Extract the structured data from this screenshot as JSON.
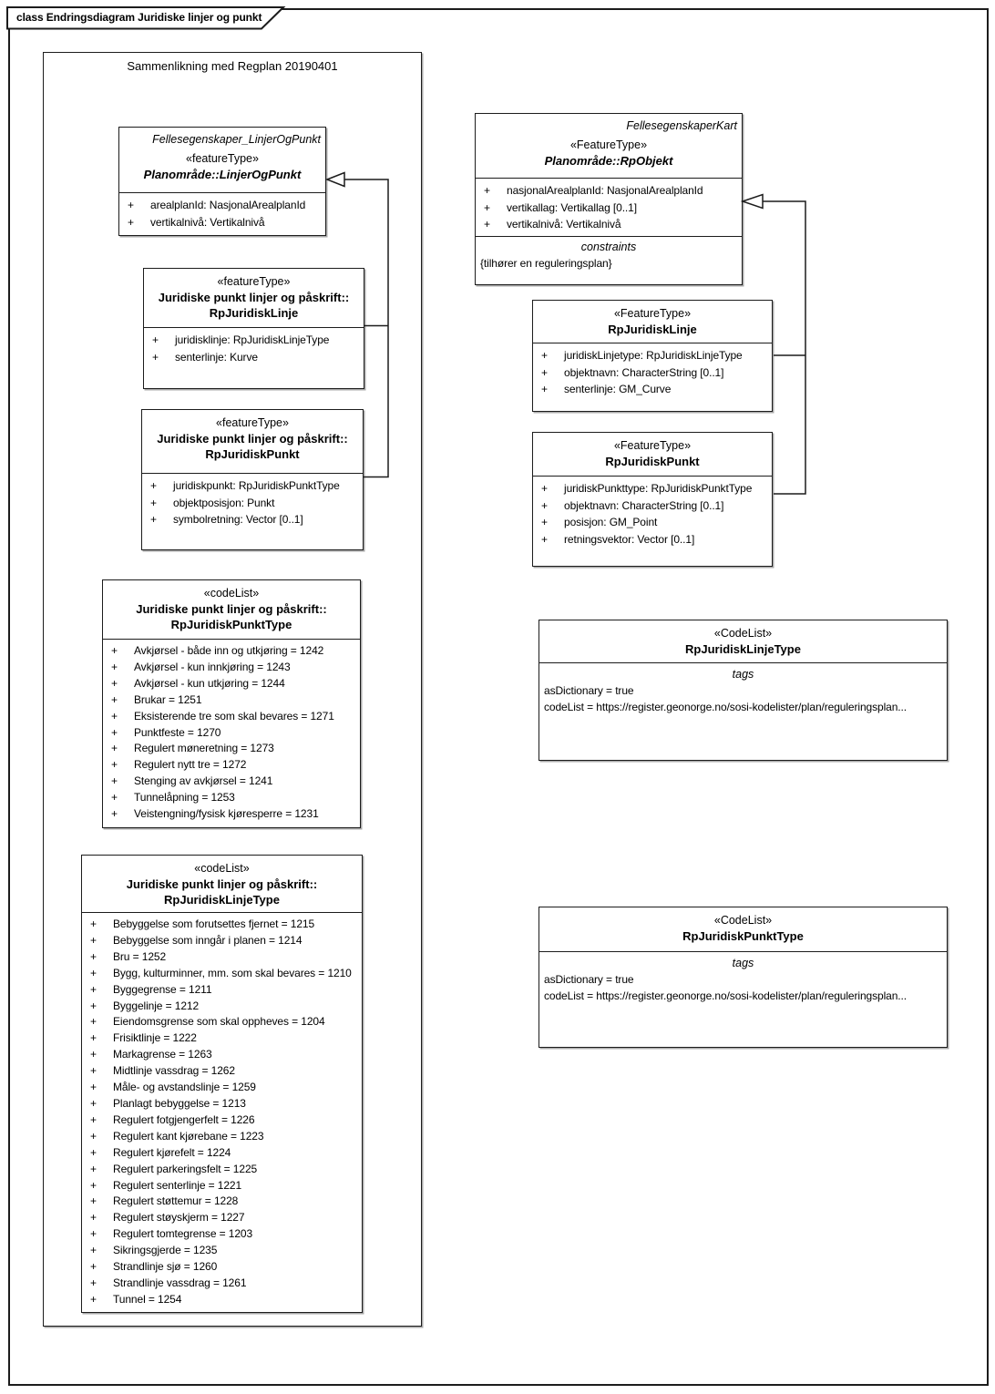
{
  "frame": {
    "label": "class Endringsdiagram Juridiske linjer og punkt"
  },
  "left_frame": {
    "title": "Sammenlikning med Regplan 20190401"
  },
  "boxes": {
    "linjer_og_punkt": {
      "package": "Fellesegenskaper_LinjerOgPunkt",
      "stereotype": "«featureType»",
      "name": "Planområde::LinjerOgPunkt",
      "attrs": [
        {
          "vis": "+",
          "text": "arealplanId: NasjonalArealplanId"
        },
        {
          "vis": "+",
          "text": "vertikalnivå: Vertikalnivå"
        }
      ]
    },
    "rp_juridisk_linje_left": {
      "stereotype": "«featureType»",
      "name1": "Juridiske punkt linjer og påskrift::",
      "name2": "RpJuridiskLinje",
      "attrs": [
        {
          "vis": "+",
          "text": "juridisklinje: RpJuridiskLinjeType"
        },
        {
          "vis": "+",
          "text": "senterlinje: Kurve"
        }
      ]
    },
    "rp_juridisk_punkt_left": {
      "stereotype": "«featureType»",
      "name1": "Juridiske punkt linjer og påskrift::",
      "name2": "RpJuridiskPunkt",
      "attrs": [
        {
          "vis": "+",
          "text": "juridiskpunkt: RpJuridiskPunktType"
        },
        {
          "vis": "+",
          "text": "objektposisjon: Punkt"
        },
        {
          "vis": "+",
          "text": "symbolretning: Vector [0..1]"
        }
      ]
    },
    "rp_juridisk_punkttype_left": {
      "stereotype": "«codeList»",
      "name1": "Juridiske punkt linjer og påskrift::",
      "name2": "RpJuridiskPunktType",
      "items": [
        {
          "vis": "+",
          "text": "Avkjørsel - både inn og utkjøring = 1242"
        },
        {
          "vis": "+",
          "text": "Avkjørsel - kun innkjøring = 1243"
        },
        {
          "vis": "+",
          "text": "Avkjørsel - kun utkjøring = 1244"
        },
        {
          "vis": "+",
          "text": "Brukar = 1251"
        },
        {
          "vis": "+",
          "text": "Eksisterende tre som skal bevares = 1271"
        },
        {
          "vis": "+",
          "text": "Punktfeste = 1270"
        },
        {
          "vis": "+",
          "text": "Regulert møneretning = 1273"
        },
        {
          "vis": "+",
          "text": "Regulert nytt tre = 1272"
        },
        {
          "vis": "+",
          "text": "Stenging av avkjørsel = 1241"
        },
        {
          "vis": "+",
          "text": "Tunnelåpning = 1253"
        },
        {
          "vis": "+",
          "text": "Veistengning/fysisk kjøresperre = 1231"
        }
      ]
    },
    "rp_juridisk_linjetype_left": {
      "stereotype": "«codeList»",
      "name1": "Juridiske punkt linjer og påskrift::",
      "name2": "RpJuridiskLinjeType",
      "items": [
        {
          "vis": "+",
          "text": "Bebyggelse som forutsettes fjernet = 1215"
        },
        {
          "vis": "+",
          "text": "Bebyggelse som inngår i planen = 1214"
        },
        {
          "vis": "+",
          "text": "Bru = 1252"
        },
        {
          "vis": "+",
          "text": "Bygg, kulturminner, mm. som skal bevares = 1210"
        },
        {
          "vis": "+",
          "text": "Byggegrense = 1211"
        },
        {
          "vis": "+",
          "text": "Byggelinje = 1212"
        },
        {
          "vis": "+",
          "text": "Eiendomsgrense som skal oppheves = 1204"
        },
        {
          "vis": "+",
          "text": "Frisiktlinje = 1222"
        },
        {
          "vis": "+",
          "text": "Markagrense = 1263"
        },
        {
          "vis": "+",
          "text": "Midtlinje vassdrag = 1262"
        },
        {
          "vis": "+",
          "text": "Måle- og avstandslinje = 1259"
        },
        {
          "vis": "+",
          "text": "Planlagt bebyggelse = 1213"
        },
        {
          "vis": "+",
          "text": "Regulert fotgjengerfelt = 1226"
        },
        {
          "vis": "+",
          "text": "Regulert kant kjørebane = 1223"
        },
        {
          "vis": "+",
          "text": "Regulert kjørefelt = 1224"
        },
        {
          "vis": "+",
          "text": "Regulert parkeringsfelt = 1225"
        },
        {
          "vis": "+",
          "text": "Regulert senterlinje = 1221"
        },
        {
          "vis": "+",
          "text": "Regulert støttemur = 1228"
        },
        {
          "vis": "+",
          "text": "Regulert støyskjerm = 1227"
        },
        {
          "vis": "+",
          "text": "Regulert tomtegrense = 1203"
        },
        {
          "vis": "+",
          "text": "Sikringsgjerde = 1235"
        },
        {
          "vis": "+",
          "text": "Strandlinje sjø = 1260"
        },
        {
          "vis": "+",
          "text": "Strandlinje vassdrag = 1261"
        },
        {
          "vis": "+",
          "text": "Tunnel = 1254"
        }
      ]
    },
    "rp_objekt": {
      "package": "FellesegenskaperKart",
      "stereotype": "«FeatureType»",
      "name": "Planområde::RpObjekt",
      "attrs": [
        {
          "vis": "+",
          "text": "nasjonalArealplanId: NasjonalArealplanId"
        },
        {
          "vis": "+",
          "text": "vertikallag: Vertikallag [0..1]"
        },
        {
          "vis": "+",
          "text": "vertikalnivå: Vertikalnivå"
        }
      ],
      "constraints_label": "constraints",
      "constraint_text": "{tilhører en reguleringsplan}"
    },
    "rp_juridisk_linje_right": {
      "stereotype": "«FeatureType»",
      "name": "RpJuridiskLinje",
      "attrs": [
        {
          "vis": "+",
          "text": "juridiskLinjetype: RpJuridiskLinjeType"
        },
        {
          "vis": "+",
          "text": "objektnavn: CharacterString [0..1]"
        },
        {
          "vis": "+",
          "text": "senterlinje: GM_Curve"
        }
      ]
    },
    "rp_juridisk_punkt_right": {
      "stereotype": "«FeatureType»",
      "name": "RpJuridiskPunkt",
      "attrs": [
        {
          "vis": "+",
          "text": "juridiskPunkttype: RpJuridiskPunktType"
        },
        {
          "vis": "+",
          "text": "objektnavn: CharacterString [0..1]"
        },
        {
          "vis": "+",
          "text": "posisjon: GM_Point"
        },
        {
          "vis": "+",
          "text": "retningsvektor: Vector [0..1]"
        }
      ]
    },
    "rp_juridisk_linjetype_right": {
      "stereotype": "«CodeList»",
      "name": "RpJuridiskLinjeType",
      "tags_label": "tags",
      "tag_lines": [
        "asDictionary = true",
        "codeList = https://register.geonorge.no/sosi-kodelister/plan/reguleringsplan..."
      ]
    },
    "rp_juridisk_punkttype_right": {
      "stereotype": "«CodeList»",
      "name": "RpJuridiskPunktType",
      "tags_label": "tags",
      "tag_lines": [
        "asDictionary = true",
        "codeList = https://register.geonorge.no/sosi-kodelister/plan/reguleringsplan..."
      ]
    }
  }
}
